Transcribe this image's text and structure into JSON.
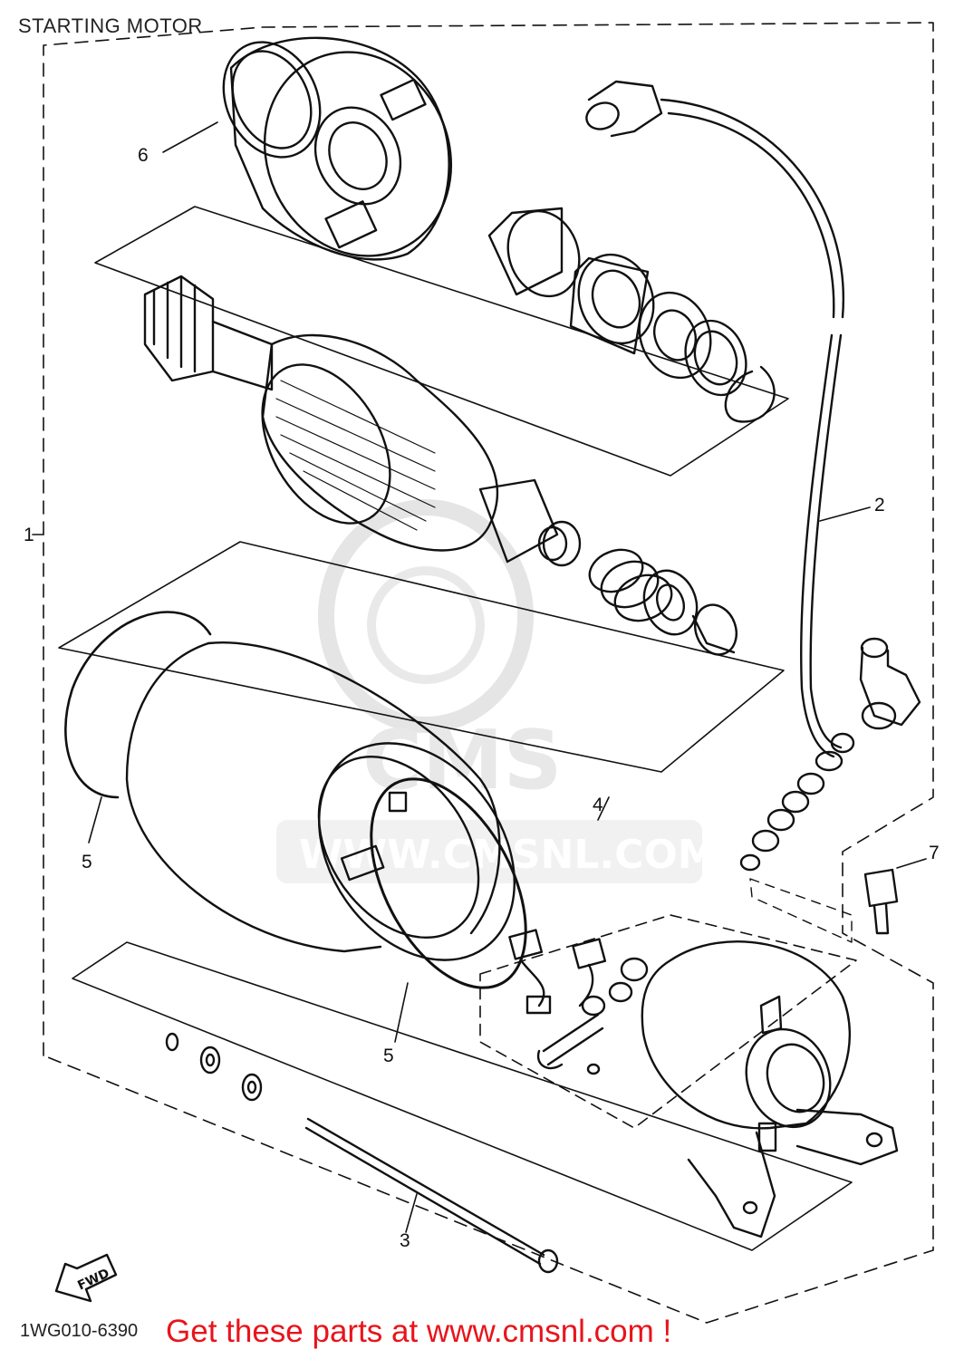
{
  "title": "STARTING MOTOR",
  "diagram_code": "1WG010-6390",
  "banner_text": "Get these parts at www.cmsnl.com !",
  "watermark": {
    "logo_text": "CMS",
    "url_text": "WWW.CMSNL.COM"
  },
  "fwd_label": "FWD",
  "callouts": {
    "c1": "1",
    "c2": "2",
    "c3": "3",
    "c4": "4",
    "c5a": "5",
    "c5b": "5",
    "c6": "6",
    "c7": "7"
  },
  "colors": {
    "ink": "#111111",
    "banner": "#e8141b",
    "watermark": "#d9d9d9"
  }
}
